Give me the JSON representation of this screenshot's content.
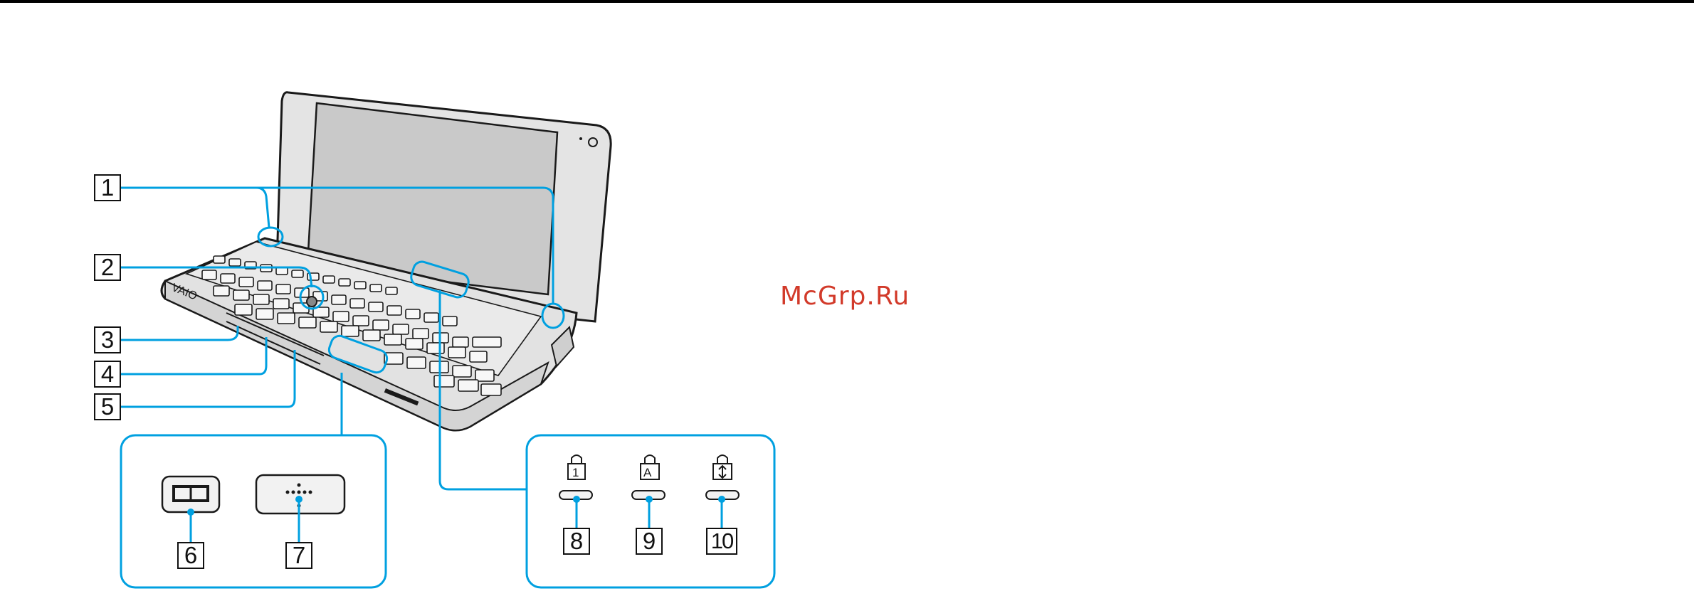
{
  "watermark": {
    "text": "McGrp.Ru"
  },
  "callouts": [
    "1",
    "2",
    "3",
    "4",
    "5",
    "6",
    "7",
    "8",
    "9",
    "10"
  ],
  "indicator_icons": [
    "num-lock-icon",
    "caps-lock-icon",
    "scroll-lock-icon"
  ],
  "inset_left": {
    "keys": [
      "split-screen-key",
      "touchpad-button"
    ]
  },
  "inset_right": {
    "indicators": [
      "num-lock-indicator",
      "caps-lock-indicator",
      "scroll-lock-indicator"
    ]
  },
  "colors": {
    "leader": "#00a0e0",
    "outline": "#1a1a1a",
    "screen": "#c9c9c9",
    "body": "#e2e2e2"
  }
}
